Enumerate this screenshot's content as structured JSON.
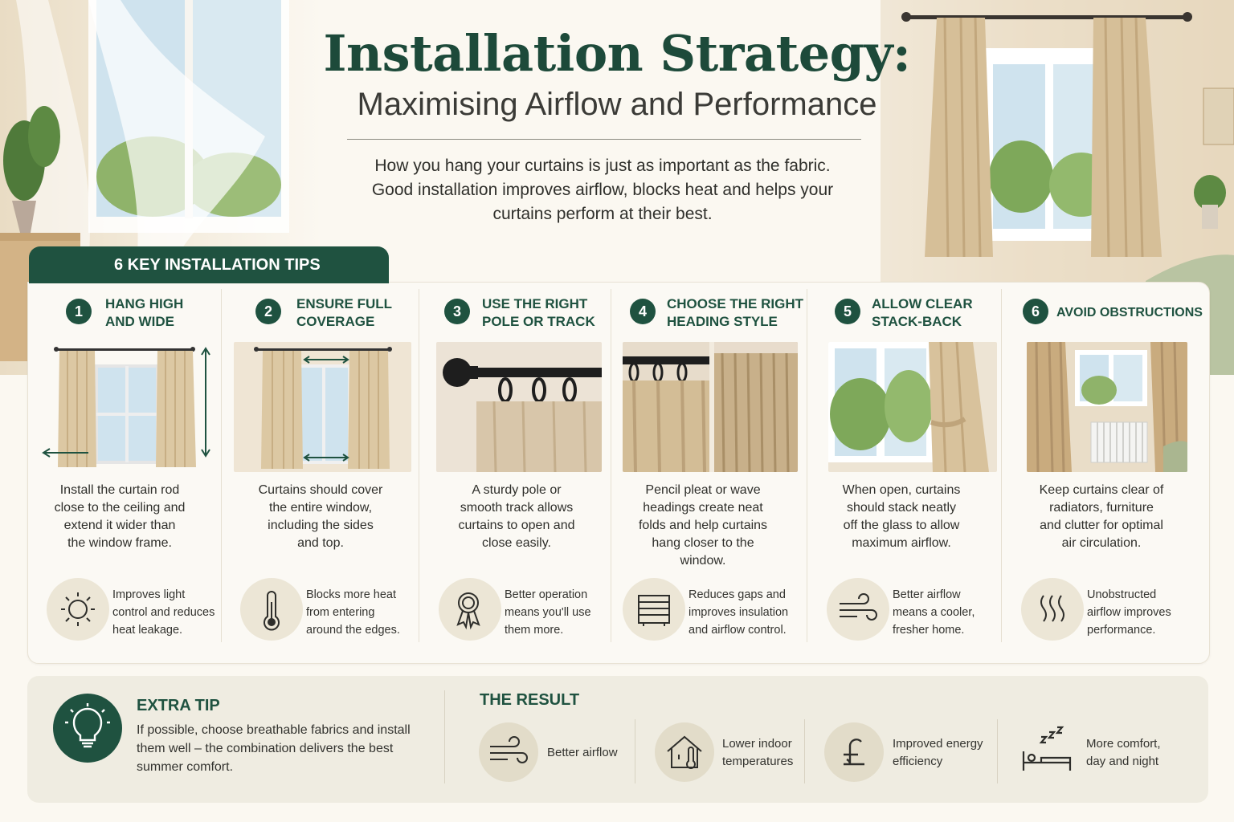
{
  "header": {
    "title": "Installation Strategy:",
    "subtitle": "Maximising Airflow and Performance",
    "intro": [
      "How you hang your curtains is just as important as the fabric.",
      "Good installation improves airflow, blocks heat and helps your",
      "curtains perform at their best."
    ]
  },
  "tips_tab": "6 KEY INSTALLATION TIPS",
  "tips": [
    {
      "num": "1",
      "title": [
        "HANG HIGH",
        "AND WIDE"
      ],
      "desc": [
        "Install the curtain rod",
        "close to the ceiling and",
        "extend it wider than",
        "the window frame."
      ],
      "benefit_icon": "sun-icon",
      "benefit": [
        "Improves light",
        "control and reduces",
        "heat leakage."
      ]
    },
    {
      "num": "2",
      "title": [
        "ENSURE FULL",
        "COVERAGE"
      ],
      "desc": [
        "Curtains should cover",
        "the entire window,",
        "including the sides",
        "and top."
      ],
      "benefit_icon": "thermometer-icon",
      "benefit": [
        "Blocks more heat",
        "from entering",
        "around the edges."
      ]
    },
    {
      "num": "3",
      "title": [
        "USE THE RIGHT",
        "POLE OR TRACK"
      ],
      "desc": [
        "A sturdy pole or",
        "smooth track allows",
        "curtains to open and",
        "close easily."
      ],
      "benefit_icon": "rosette-icon",
      "benefit": [
        "Better operation",
        "means you'll use",
        "them more."
      ]
    },
    {
      "num": "4",
      "title": [
        "CHOOSE THE RIGHT",
        "HEADING STYLE"
      ],
      "desc": [
        "Pencil pleat or wave",
        "headings create neat",
        "folds and help curtains",
        "hang closer to the",
        "window."
      ],
      "benefit_icon": "blind-icon",
      "benefit": [
        "Reduces gaps and",
        "improves insulation",
        "and airflow control."
      ]
    },
    {
      "num": "5",
      "title": [
        "ALLOW CLEAR",
        "STACK-BACK"
      ],
      "desc": [
        "When open, curtains",
        "should stack neatly",
        "off the glass to allow",
        "maximum airflow."
      ],
      "benefit_icon": "wind-icon",
      "benefit": [
        "Better airflow",
        "means a cooler,",
        "fresher home."
      ]
    },
    {
      "num": "6",
      "title": [
        "AVOID OBSTRUCTIONS"
      ],
      "desc": [
        "Keep curtains clear of",
        "radiators, furniture",
        "and clutter for optimal",
        "air circulation."
      ],
      "benefit_icon": "heat-waves-icon",
      "benefit": [
        "Unobstructed",
        "airflow improves",
        "performance."
      ]
    }
  ],
  "extra": {
    "title": "EXTRA TIP",
    "text": "If possible, choose breathable fabrics and install them well – the combination delivers the best summer comfort."
  },
  "result": {
    "title": "THE RESULT",
    "items": [
      {
        "icon": "wind-icon",
        "text": [
          "Better airflow"
        ]
      },
      {
        "icon": "house-thermometer-icon",
        "text": [
          "Lower indoor",
          "temperatures"
        ]
      },
      {
        "icon": "pound-icon",
        "text": [
          "Improved energy",
          "efficiency"
        ]
      },
      {
        "icon": "sleep-icon",
        "text": [
          "More comfort,",
          "day and night"
        ]
      }
    ]
  },
  "colors": {
    "accent": "#1f5240",
    "background": "#fbf8f1",
    "curtain": "#d9c4a0"
  }
}
